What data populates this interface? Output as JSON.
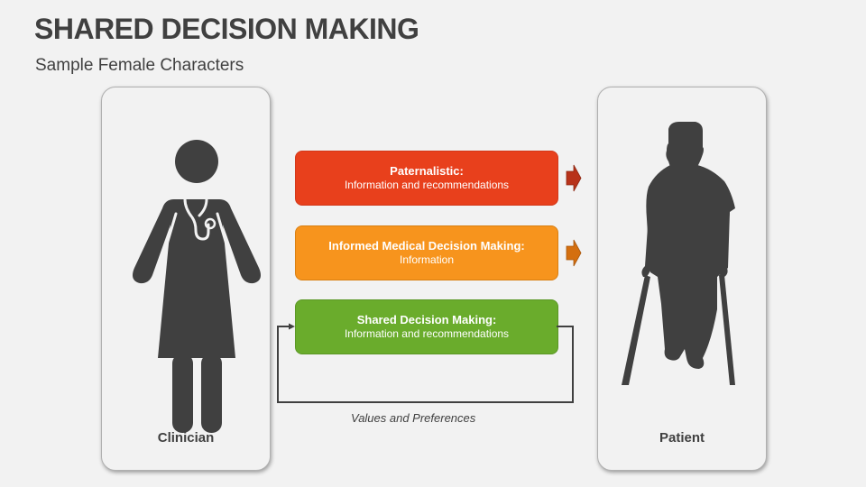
{
  "header": {
    "title": "SHARED DECISION MAKING",
    "subtitle": "Sample Female Characters"
  },
  "actors": {
    "left": {
      "label": "Clinician",
      "icon": "female-doctor-icon"
    },
    "right": {
      "label": "Patient",
      "icon": "patient-on-crutches-icon"
    }
  },
  "models": [
    {
      "title": "Paternalistic:",
      "subtitle": "Information and recommendations",
      "color": "#e8401c",
      "arrow_color": "#b8331a"
    },
    {
      "title": "Informed Medical Decision Making:",
      "subtitle": "Information",
      "color": "#f7941d",
      "arrow_color": "#d46f0f"
    },
    {
      "title": "Shared Decision Making:",
      "subtitle": "Information and recommendations",
      "color": "#6aac2c"
    }
  ],
  "feedback_loop": {
    "label": "Values and Preferences"
  }
}
